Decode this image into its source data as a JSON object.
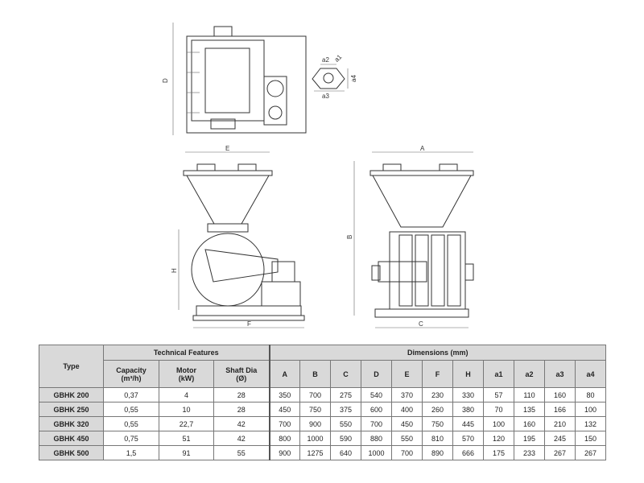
{
  "drawing_labels": {
    "D": "D",
    "E": "E",
    "H": "H",
    "F": "F",
    "A": "A",
    "B": "B",
    "C": "C",
    "a1": "a1",
    "a2": "a2",
    "a3": "a3",
    "a4": "a4"
  },
  "table": {
    "type_header": "Type",
    "tech_header": "Technical Features",
    "dims_header": "Dimensions (mm)",
    "tech_cols": [
      "Capacity (m³/h)",
      "Motor (kW)",
      "Shaft Dia (Ø)"
    ],
    "dim_cols": [
      "A",
      "B",
      "C",
      "D",
      "E",
      "F",
      "H",
      "a1",
      "a2",
      "a3",
      "a4"
    ],
    "rows": [
      {
        "type": "GBHK 200",
        "tech": [
          "0,37",
          "4",
          "28"
        ],
        "dims": [
          "350",
          "700",
          "275",
          "540",
          "370",
          "230",
          "330",
          "57",
          "110",
          "160",
          "80"
        ]
      },
      {
        "type": "GBHK 250",
        "tech": [
          "0,55",
          "10",
          "28"
        ],
        "dims": [
          "450",
          "750",
          "375",
          "600",
          "400",
          "260",
          "380",
          "70",
          "135",
          "166",
          "100"
        ]
      },
      {
        "type": "GBHK 320",
        "tech": [
          "0,55",
          "22,7",
          "42"
        ],
        "dims": [
          "700",
          "900",
          "550",
          "700",
          "450",
          "750",
          "445",
          "100",
          "160",
          "210",
          "132"
        ]
      },
      {
        "type": "GBHK 450",
        "tech": [
          "0,75",
          "51",
          "42"
        ],
        "dims": [
          "800",
          "1000",
          "590",
          "880",
          "550",
          "810",
          "570",
          "120",
          "195",
          "245",
          "150"
        ]
      },
      {
        "type": "GBHK 500",
        "tech": [
          "1,5",
          "91",
          "55"
        ],
        "dims": [
          "900",
          "1275",
          "640",
          "1000",
          "700",
          "890",
          "666",
          "175",
          "233",
          "267",
          "267"
        ]
      }
    ]
  }
}
